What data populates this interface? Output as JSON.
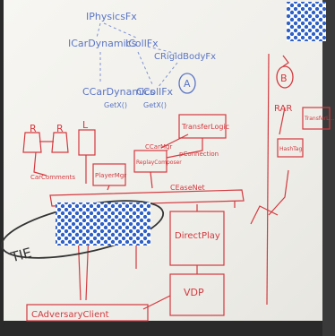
{
  "image": {
    "subject": "whiteboard",
    "colors": {
      "board": "#f1f0ec",
      "frame": "#2a2a2a",
      "blue_marker": "#5a75c6",
      "red_marker": "#d4393f",
      "black_marker": "#333333",
      "redaction_blue": "#2e60c7",
      "redaction_white": "#ffffff"
    }
  },
  "blue_writing": {
    "iphysics": "IPhysicsFx",
    "icardynamics": "ICarDynamics",
    "icollfx": "ICollFx",
    "crigidbody": "CRigidBodyFx",
    "ccardynamics": "CCarDynamics",
    "ccollfx": "CCollFx",
    "getx_1": "GetX()",
    "getx_2": "GetX()",
    "circle_a": "A"
  },
  "red_writing": {
    "r1": "R",
    "r2": "R",
    "l": "L",
    "carcomment": "CarComments",
    "transferlogic_left": "TransferLogic",
    "transferlogic_right": "TransferL...",
    "playermgr": "PlayerMgr",
    "replaycomposer": "ReplayComposer",
    "ccarmgr": "CCarMgr",
    "pconnection": "pConnection",
    "ceasenet": "CEaseNet",
    "directplay": "DirectPlay",
    "vdp": "VDP",
    "cadverseclient": "CAdversaryClient",
    "circle_b": "B",
    "rar": "RAR",
    "hashtag": "HashTag"
  },
  "black_writing": {
    "tie": "TIE"
  }
}
